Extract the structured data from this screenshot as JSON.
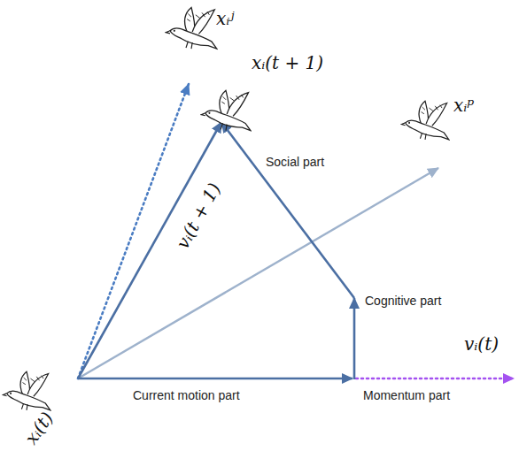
{
  "diagram": {
    "labels": [
      "xᵢʲ",
      "xᵢ(t + 1)",
      "xᵢᵖ",
      "Social part",
      "vᵢ(t + 1)",
      "Cognitive part",
      "vᵢ(t)",
      "xᵢ(t)",
      "Current motion part",
      "Momentum part"
    ]
  }
}
